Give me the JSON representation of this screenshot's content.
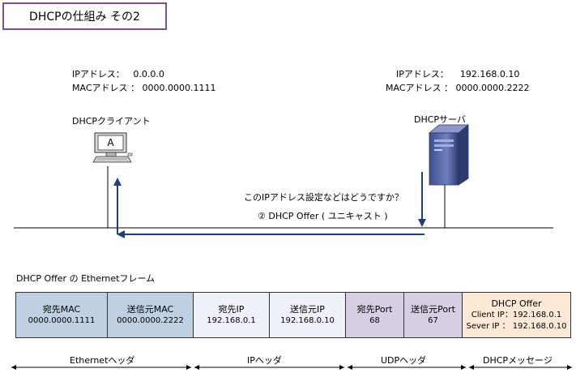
{
  "title": "DHCPの仕組み  その2",
  "client": {
    "ip_line": "IPアドレス：   0.0.0.0",
    "mac_line": "MACアドレス ： 0000.0000.1111",
    "name": "DHCPクライアント",
    "monitor_letter": "A"
  },
  "server": {
    "ip_line": "IPアドレス：    192.168.0.10",
    "mac_line": "MACアドレス ： 0000.0000.2222",
    "name": "DHCPサーバ"
  },
  "message": {
    "question": "このIPアドレス設定などはどうですか？",
    "offer": "②  DHCP Offer ( ユニキャスト )"
  },
  "frame": {
    "caption": "DHCP Offer の Ethernetフレーム",
    "cells": [
      {
        "line1": "宛先MAC",
        "line2": "0000.0000.1111"
      },
      {
        "line1": "送信元MAC",
        "line2": "0000.0000.2222"
      },
      {
        "line1": "宛先IP",
        "line2": "192.168.0.1"
      },
      {
        "line1": "送信元IP",
        "line2": "192.168.0.10"
      },
      {
        "line1": "宛先Port",
        "line2": "68"
      },
      {
        "line1": "送信元Port",
        "line2": "67"
      },
      {
        "line1": "DHCP Offer",
        "line2": "Client IP：192.168.0.1",
        "line3": "Sever IP ： 192.168.0.10"
      }
    ],
    "headers": {
      "ethernet": "Ethernetヘッダ",
      "ip": "IPヘッダ",
      "udp": "UDPヘッダ",
      "dhcp": "DHCPメッセージ"
    }
  },
  "colors": {
    "title_border": "#7b4fa0",
    "arrow": "#1f3f7a",
    "ethernet_fill": "#bfd0e2",
    "ip_fill": "#eef1f8",
    "udp_fill": "#d7cee3",
    "dhcp_fill": "#fde9d6"
  }
}
